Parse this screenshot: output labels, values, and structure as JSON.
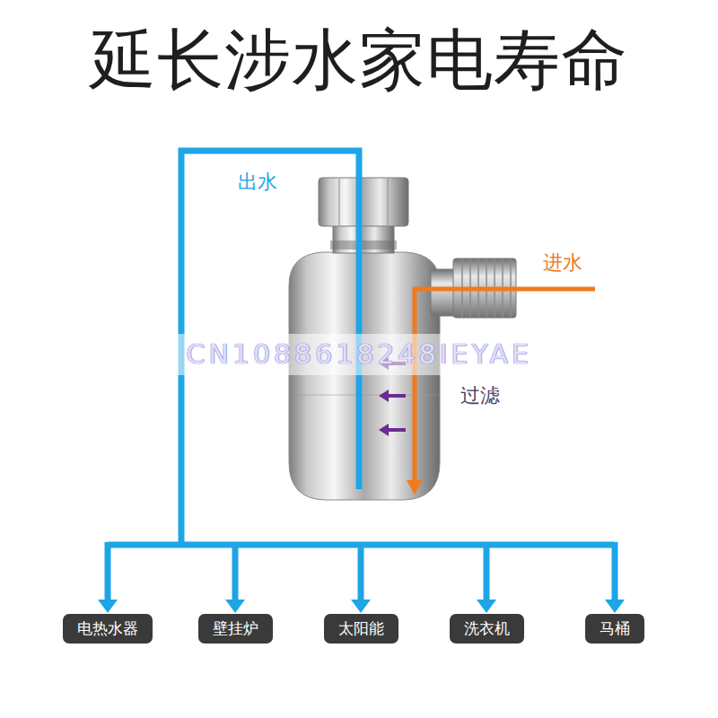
{
  "diagram": {
    "title": "延长涉水家电寿命",
    "nodes": [
      {
        "text": [
          "电热水器"
        ]
      },
      {
        "text": [
          "壁挂炉"
        ]
      },
      {
        "text": [
          "太阳能"
        ]
      },
      {
        "text": [
          "洗衣机"
        ]
      },
      {
        "text": [
          "马桶"
        ]
      }
    ],
    "labels": [
      "出水",
      "进水",
      "过滤",
      "CN1088618248IEYAE"
    ]
  }
}
